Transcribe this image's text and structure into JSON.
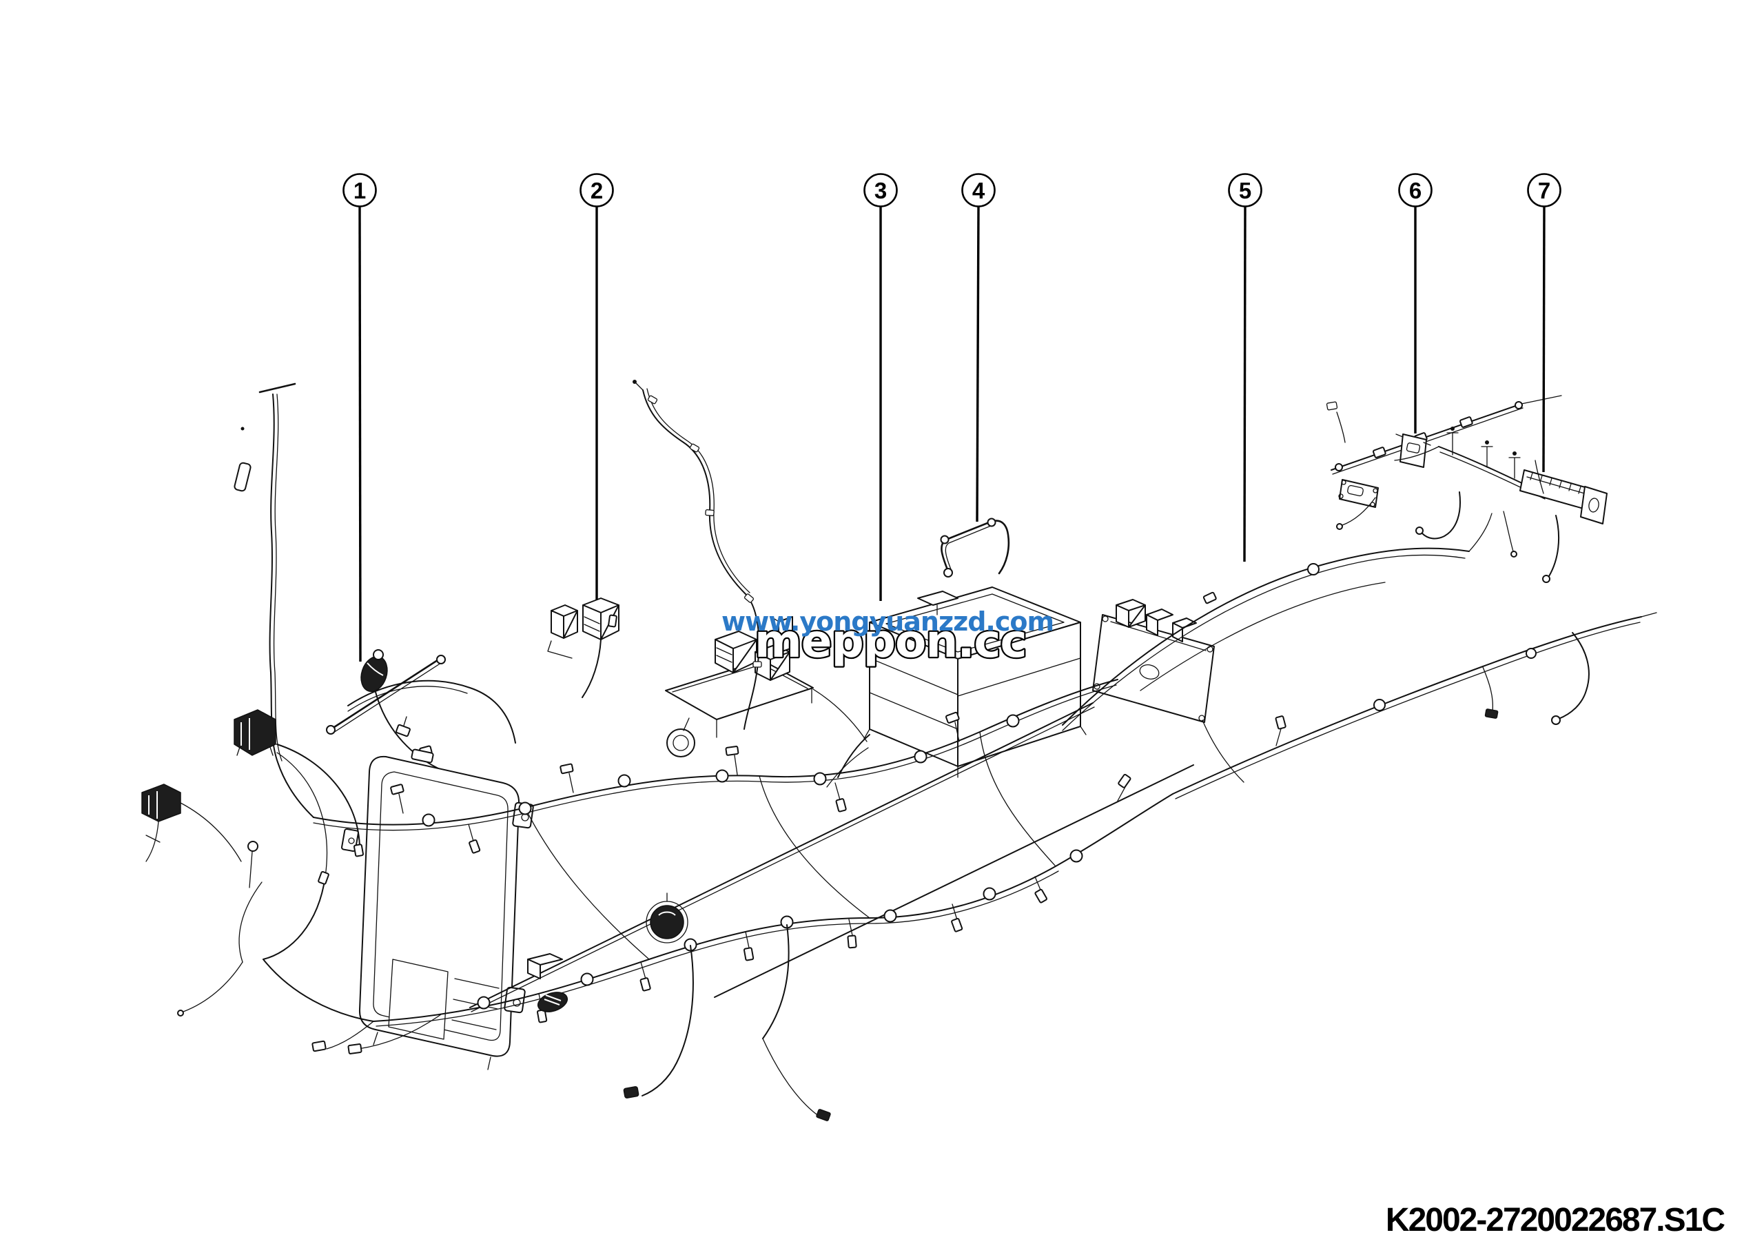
{
  "diagram": {
    "callouts": [
      {
        "label": "1"
      },
      {
        "label": "2"
      },
      {
        "label": "3"
      },
      {
        "label": "4"
      },
      {
        "label": "5"
      },
      {
        "label": "6"
      },
      {
        "label": "7"
      }
    ],
    "watermark": {
      "url": "www.yongyuanzzd.com",
      "brand": "meppon.cc"
    },
    "part_number": "K2002-2720022687.S1C",
    "colors": {
      "background": "#ffffff",
      "ink": "#111111",
      "watermark_blue": "#2b79c7"
    }
  }
}
